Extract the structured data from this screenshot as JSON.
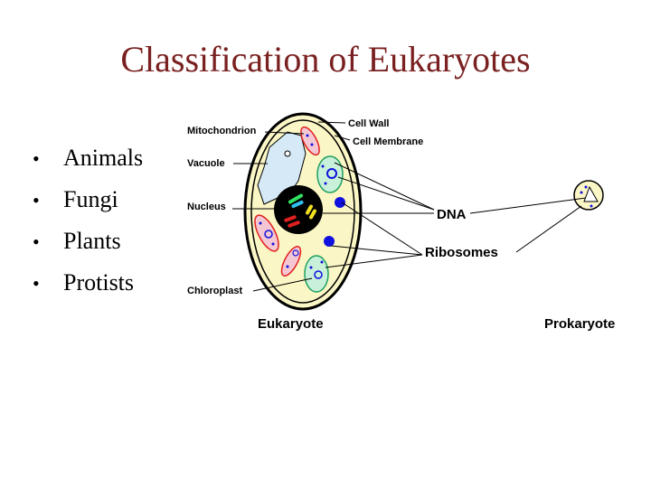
{
  "slide": {
    "title": "Classification of Eukaryotes",
    "bullets": [
      "Animals",
      "Fungi",
      "Plants",
      "Protists"
    ]
  },
  "diagram": {
    "labels": {
      "mitochondrion": "Mitochondrion",
      "vacuole": "Vacuole",
      "nucleus": "Nucleus",
      "chloroplast": "Chloroplast",
      "cell_wall": "Cell Wall",
      "cell_membrane": "Cell Membrane",
      "dna": "DNA",
      "ribosomes": "Ribosomes",
      "eukaryote": "Eukaryote",
      "prokaryote": "Prokaryote"
    },
    "colors": {
      "cytoplasm": "#fbf6c5",
      "vacuole": "#d5e9f6",
      "mitochondrion": "#f5c7d2",
      "chloroplast": "#c9f0d8",
      "nucleus": "#000000",
      "ribosome": "#1010e0",
      "title": "#7a2020"
    }
  }
}
